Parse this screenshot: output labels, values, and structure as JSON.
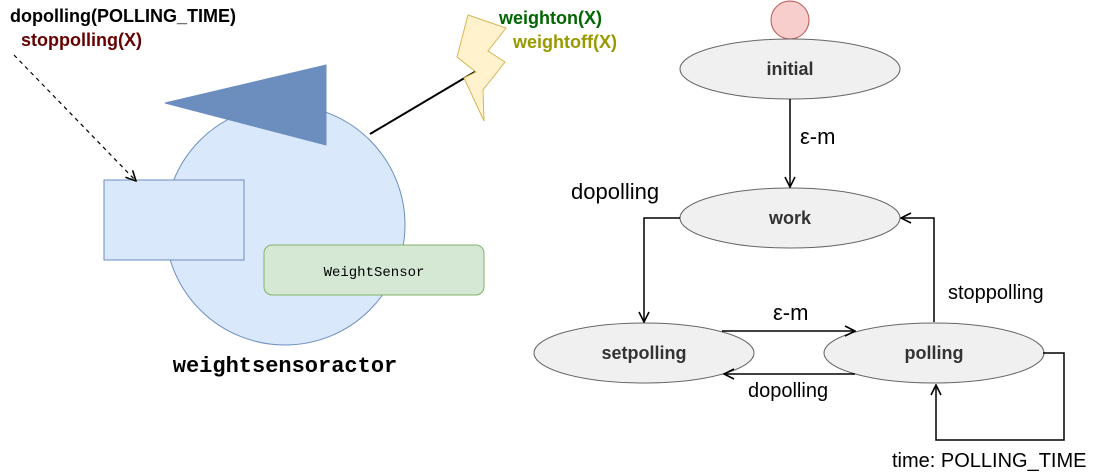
{
  "actor": {
    "name": "weightsensoractor",
    "inner_label": "WeightSensor",
    "input_messages": [
      "dopolling(POLLING_TIME)",
      "stoppolling(X)"
    ],
    "output_events": [
      "weighton(X)",
      "weightoff(X)"
    ],
    "colors": {
      "body_fill": "#dae8fc",
      "body_stroke": "#6c8ebf",
      "triangle_fill": "#6c8ebf",
      "port_fill": "#dae8fc",
      "component_fill": "#d5e8d4",
      "component_stroke": "#82b366",
      "event_fill": "#fff2cc",
      "event_stroke": "#d6b656",
      "dopolling_text": "#000000",
      "stoppolling_text": "#660000",
      "weighton_text": "#006600",
      "weightoff_text": "#999900"
    }
  },
  "state_machine": {
    "states": {
      "initial": "initial",
      "work": "work",
      "setpolling": "setpolling",
      "polling": "polling"
    },
    "transitions": {
      "initial_to_work": "ε-m",
      "work_to_setpolling": "dopolling",
      "setpolling_to_polling": "ε-m",
      "polling_to_setpolling": "dopolling",
      "polling_to_work": "stoppolling",
      "polling_self": "time: POLLING_TIME"
    },
    "colors": {
      "state_fill": "#f0f0f0",
      "state_stroke": "#666666",
      "start_fill": "#f8cecc",
      "start_stroke": "#b85450",
      "edge": "#000000"
    }
  }
}
